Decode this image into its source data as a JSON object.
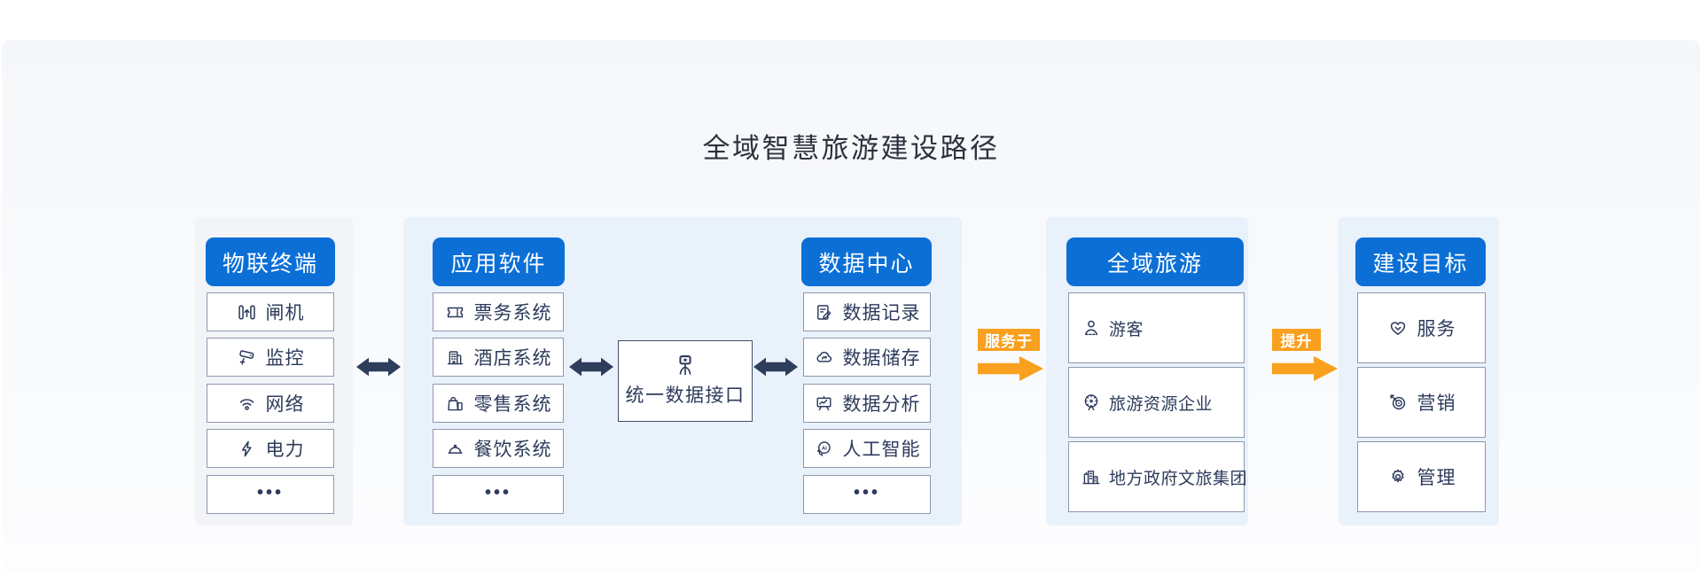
{
  "title": "全域智慧旅游建设路径",
  "colors": {
    "accent_blue": "#0b6fd6",
    "panel_blue": "#e9f1fa",
    "panel_gray": "#f2f4f8",
    "navy": "#2e3b5c",
    "orange": "#f9a01f",
    "box_border": "#8e98ae"
  },
  "columns": [
    {
      "header": "物联终端",
      "items": [
        {
          "icon": "gate-icon",
          "label": "闸机"
        },
        {
          "icon": "cctv-icon",
          "label": "监控"
        },
        {
          "icon": "wifi-icon",
          "label": "网络"
        },
        {
          "icon": "bolt-icon",
          "label": "电力"
        },
        {
          "icon": "ellipsis-icon",
          "label": "•••"
        }
      ]
    },
    {
      "header": "应用软件",
      "items": [
        {
          "icon": "ticket-icon",
          "label": "票务系统"
        },
        {
          "icon": "hotel-icon",
          "label": "酒店系统"
        },
        {
          "icon": "shopping-bag-icon",
          "label": "零售系统"
        },
        {
          "icon": "cloche-icon",
          "label": "餐饮系统"
        },
        {
          "icon": "ellipsis-icon",
          "label": "•••"
        }
      ]
    },
    {
      "header": "数据中心",
      "items": [
        {
          "icon": "doc-edit-icon",
          "label": "数据记录"
        },
        {
          "icon": "cloud-icon",
          "label": "数据储存"
        },
        {
          "icon": "chart-board-icon",
          "label": "数据分析"
        },
        {
          "icon": "ai-head-icon",
          "label": "人工智能"
        },
        {
          "icon": "ellipsis-icon",
          "label": "•••"
        }
      ]
    },
    {
      "header": "全域旅游",
      "items": [
        {
          "icon": "person-icon",
          "label": "游客"
        },
        {
          "icon": "ferris-wheel-icon",
          "label": "旅游资源企业"
        },
        {
          "icon": "buildings-icon",
          "label": "地方政府文旅集团"
        }
      ]
    },
    {
      "header": "建设目标",
      "items": [
        {
          "icon": "heart-icon",
          "label": "服务"
        },
        {
          "icon": "target-icon",
          "label": "营销"
        },
        {
          "icon": "gear-icon",
          "label": "管理"
        }
      ]
    }
  ],
  "interface_box": {
    "icon": "data-hub-icon",
    "label": "统一数据接口"
  },
  "flows": [
    {
      "label": "服务于"
    },
    {
      "label": "提升"
    }
  ]
}
